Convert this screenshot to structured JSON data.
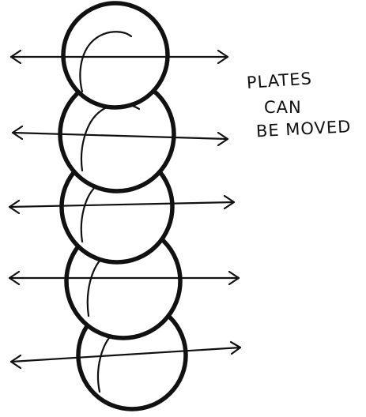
{
  "caption": {
    "line1": "PLATES",
    "line2": "CAN",
    "line3": "BE MOVED"
  },
  "plates_count": 5,
  "ink_color": "#111111"
}
